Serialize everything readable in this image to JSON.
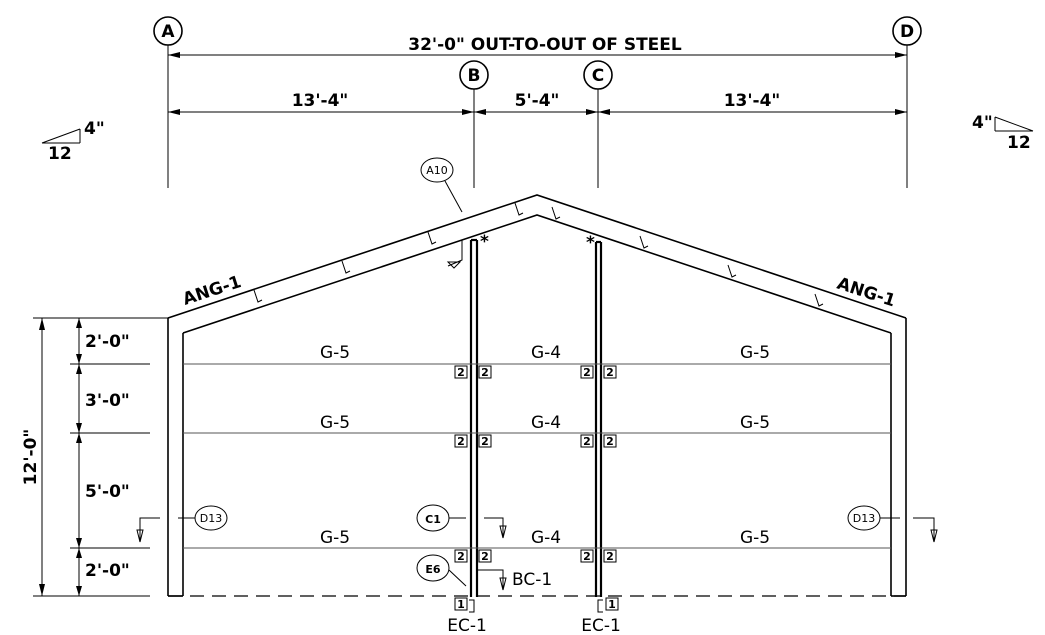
{
  "grid_bubbles": {
    "a": "A",
    "b": "B",
    "c": "C",
    "d": "D"
  },
  "dimensions": {
    "overall": "32'-0\" OUT-TO-OUT OF STEEL",
    "span_ab": "13'-4\"",
    "span_bc": "5'-4\"",
    "span_cd": "13'-4\"",
    "height_total": "12'-0\"",
    "height_1": "2'-0\"",
    "height_2": "3'-0\"",
    "height_3": "5'-0\"",
    "height_4": "2'-0\""
  },
  "slope": {
    "rise": "4\"",
    "run": "12"
  },
  "rafter_labels": {
    "left": "ANG-1",
    "right": "ANG-1"
  },
  "girts": {
    "outer": "G-5",
    "center": "G-4"
  },
  "connection_box": "2",
  "base_box": "1",
  "column_mark": "*",
  "base_labels": {
    "bracing": "BC-1",
    "end_column": "EC-1"
  },
  "detail_tags": {
    "a10": "A10",
    "d13": "D13",
    "c1": "C1",
    "e6": "E6"
  }
}
